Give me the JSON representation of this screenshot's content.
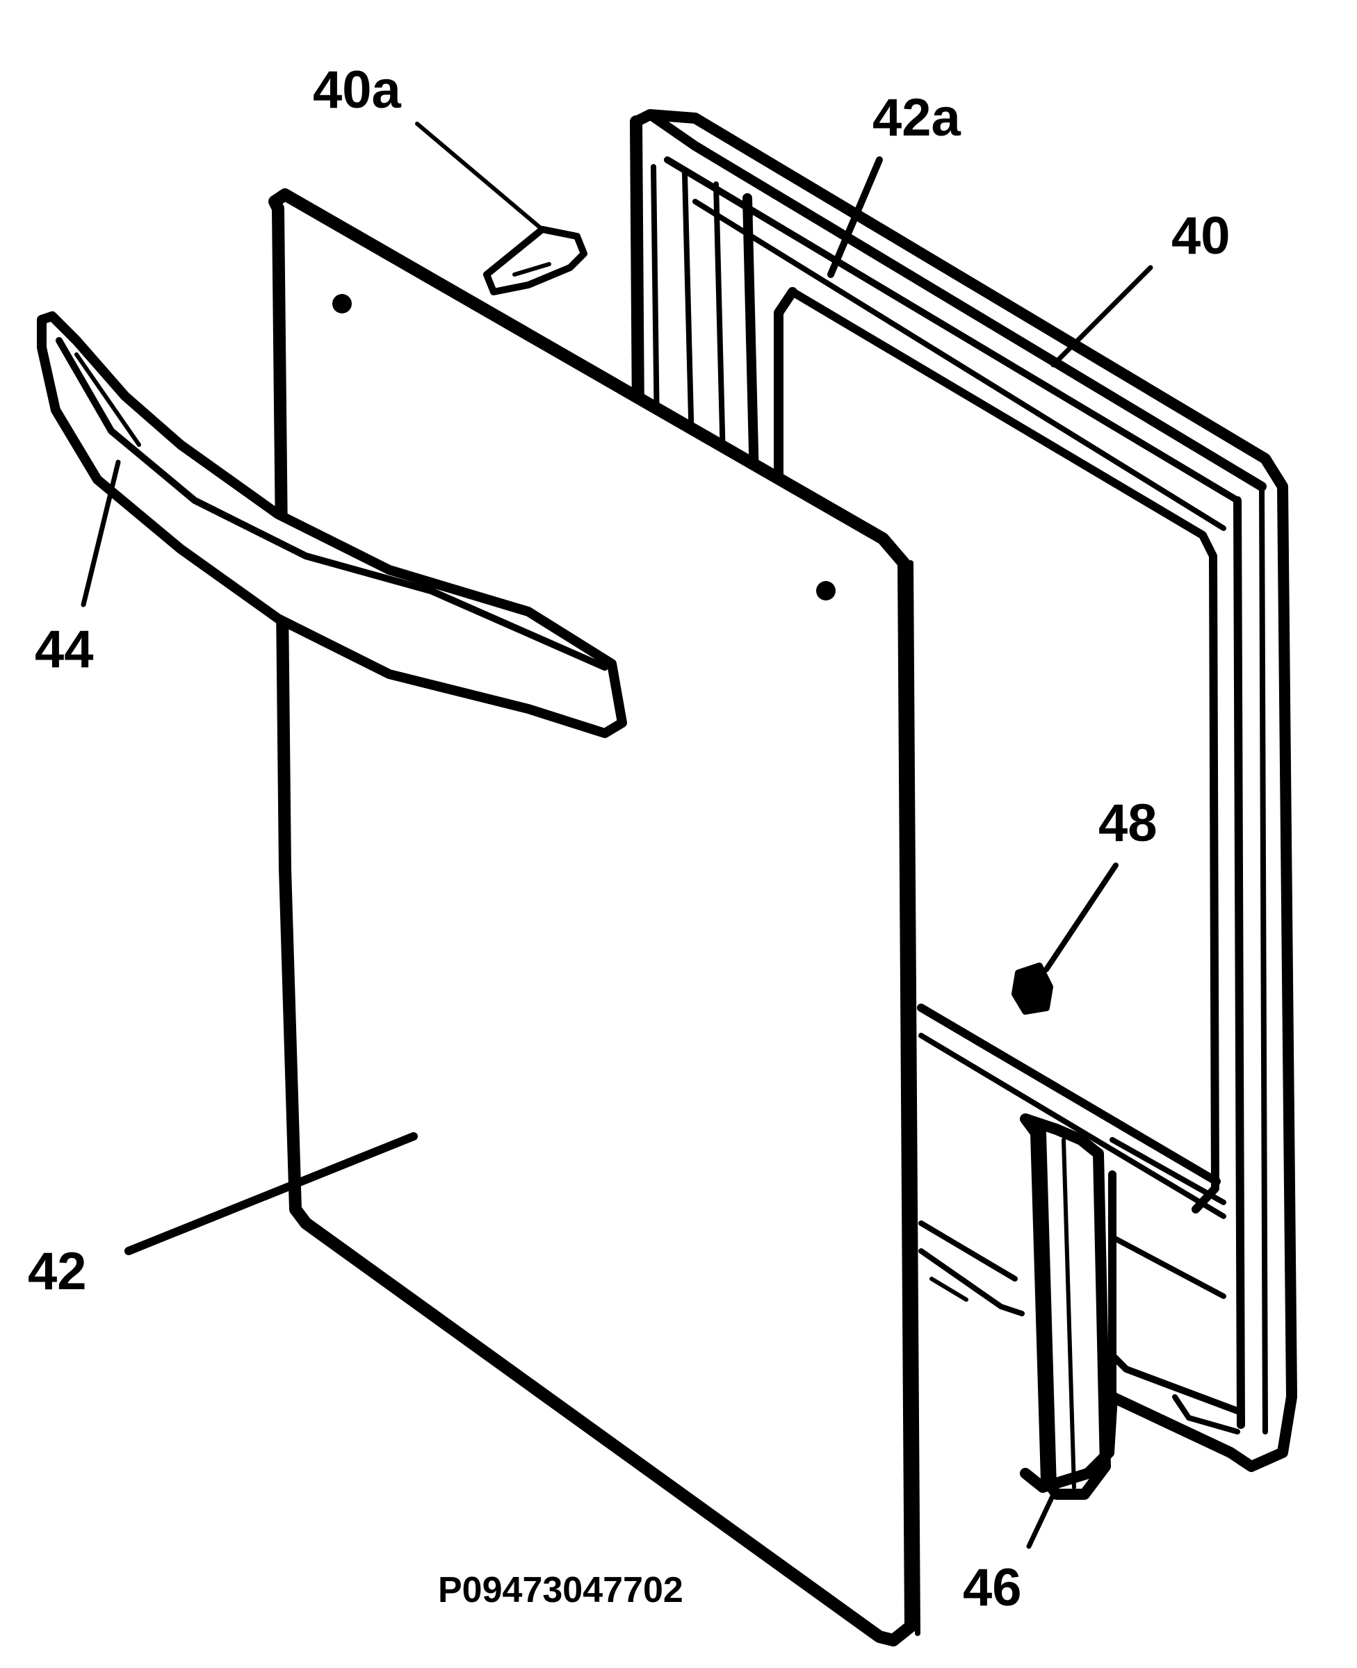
{
  "callouts": {
    "door_outer_panel": "40a",
    "inner_door_top": "42a",
    "inner_door": "40",
    "handle": "44",
    "door_panel": "42",
    "component": "48",
    "hinge_part": "46"
  },
  "part_number": "P09473047702",
  "colors": {
    "ink": "#000000",
    "paper": "#ffffff"
  }
}
